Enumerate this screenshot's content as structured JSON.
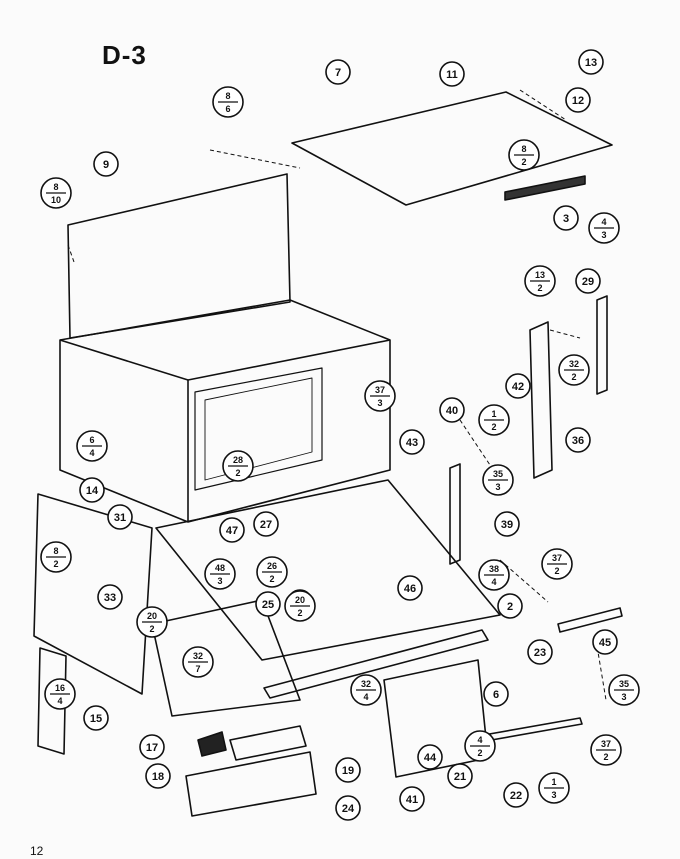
{
  "page": {
    "title": "D-3",
    "page_number": "12"
  },
  "callouts": [
    {
      "id": "c-9",
      "label": "9",
      "sub": ""
    },
    {
      "id": "c-7",
      "label": "7",
      "sub": ""
    },
    {
      "id": "c-8-6",
      "label": "8",
      "sub": "6"
    },
    {
      "id": "c-8-10",
      "label": "8",
      "sub": "10"
    },
    {
      "id": "c-11",
      "label": "11",
      "sub": ""
    },
    {
      "id": "c-13",
      "label": "13",
      "sub": ""
    },
    {
      "id": "c-12",
      "label": "12",
      "sub": ""
    },
    {
      "id": "c-8-2-top",
      "label": "8",
      "sub": "2"
    },
    {
      "id": "c-3",
      "label": "3",
      "sub": ""
    },
    {
      "id": "c-4-3",
      "label": "4",
      "sub": "3"
    },
    {
      "id": "c-13-2",
      "label": "13",
      "sub": "2"
    },
    {
      "id": "c-29",
      "label": "29",
      "sub": ""
    },
    {
      "id": "c-32-2-right",
      "label": "32",
      "sub": "2"
    },
    {
      "id": "c-42",
      "label": "42",
      "sub": ""
    },
    {
      "id": "c-37-3",
      "label": "37",
      "sub": "3"
    },
    {
      "id": "c-40",
      "label": "40",
      "sub": ""
    },
    {
      "id": "c-1-2",
      "label": "1",
      "sub": "2"
    },
    {
      "id": "c-36",
      "label": "36",
      "sub": ""
    },
    {
      "id": "c-6-4",
      "label": "6",
      "sub": "4"
    },
    {
      "id": "c-43",
      "label": "43",
      "sub": ""
    },
    {
      "id": "c-35-3-mid",
      "label": "35",
      "sub": "3"
    },
    {
      "id": "c-28-2",
      "label": "28",
      "sub": "2"
    },
    {
      "id": "c-14",
      "label": "14",
      "sub": ""
    },
    {
      "id": "c-31",
      "label": "31",
      "sub": ""
    },
    {
      "id": "c-27",
      "label": "27",
      "sub": ""
    },
    {
      "id": "c-47",
      "label": "47",
      "sub": ""
    },
    {
      "id": "c-39",
      "label": "39",
      "sub": ""
    },
    {
      "id": "c-8-2-left",
      "label": "8",
      "sub": "2"
    },
    {
      "id": "c-48-3",
      "label": "48",
      "sub": "3"
    },
    {
      "id": "c-26-2",
      "label": "26",
      "sub": "2"
    },
    {
      "id": "c-38-4",
      "label": "38",
      "sub": "4"
    },
    {
      "id": "c-37-2-mid",
      "label": "37",
      "sub": "2"
    },
    {
      "id": "c-33",
      "label": "33",
      "sub": ""
    },
    {
      "id": "c-25",
      "label": "25",
      "sub": ""
    },
    {
      "id": "c-5",
      "label": "5",
      "sub": ""
    },
    {
      "id": "c-46",
      "label": "46",
      "sub": ""
    },
    {
      "id": "c-20-2-left",
      "label": "20",
      "sub": "2"
    },
    {
      "id": "c-20-2-mid",
      "label": "20",
      "sub": "2"
    },
    {
      "id": "c-2",
      "label": "2",
      "sub": ""
    },
    {
      "id": "c-45",
      "label": "45",
      "sub": ""
    },
    {
      "id": "c-32-7",
      "label": "32",
      "sub": "7"
    },
    {
      "id": "c-16-4",
      "label": "16",
      "sub": "4"
    },
    {
      "id": "c-23",
      "label": "23",
      "sub": ""
    },
    {
      "id": "c-32-4",
      "label": "32",
      "sub": "4"
    },
    {
      "id": "c-6",
      "label": "6",
      "sub": ""
    },
    {
      "id": "c-35-3-right",
      "label": "35",
      "sub": "3"
    },
    {
      "id": "c-15",
      "label": "15",
      "sub": ""
    },
    {
      "id": "c-17",
      "label": "17",
      "sub": ""
    },
    {
      "id": "c-18",
      "label": "18",
      "sub": ""
    },
    {
      "id": "c-44",
      "label": "44",
      "sub": ""
    },
    {
      "id": "c-4-2",
      "label": "4",
      "sub": "2"
    },
    {
      "id": "c-37-2-right",
      "label": "37",
      "sub": "2"
    },
    {
      "id": "c-19",
      "label": "19",
      "sub": ""
    },
    {
      "id": "c-21",
      "label": "21",
      "sub": ""
    },
    {
      "id": "c-22",
      "label": "22",
      "sub": ""
    },
    {
      "id": "c-1-3",
      "label": "1",
      "sub": "3"
    },
    {
      "id": "c-24",
      "label": "24",
      "sub": ""
    },
    {
      "id": "c-41",
      "label": "41",
      "sub": ""
    }
  ]
}
